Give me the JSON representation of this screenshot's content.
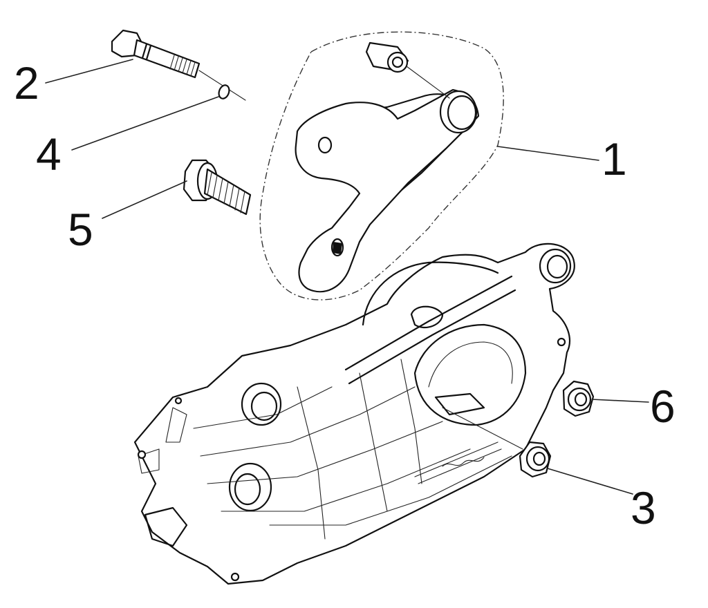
{
  "callouts": [
    {
      "id": "1",
      "label": "1",
      "part": "engine-mount-bracket"
    },
    {
      "id": "2",
      "label": "2",
      "part": "pivot-bolt"
    },
    {
      "id": "3",
      "label": "3",
      "part": "flange-nut"
    },
    {
      "id": "4",
      "label": "4",
      "part": "o-ring"
    },
    {
      "id": "5",
      "label": "5",
      "part": "flange-bolt"
    },
    {
      "id": "6",
      "label": "6",
      "part": "flange-nut"
    }
  ],
  "colors": {
    "line": "#111111",
    "background": "#ffffff"
  }
}
